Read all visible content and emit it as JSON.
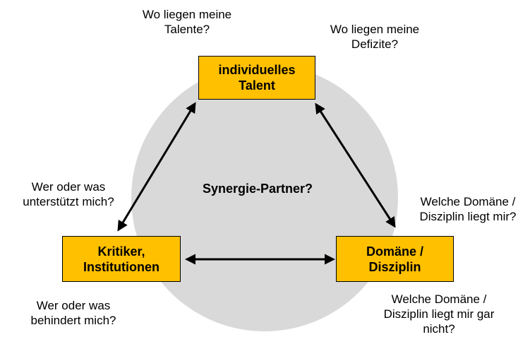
{
  "colors": {
    "box_fill": "#FFC000",
    "circle_fill": "#D9D9D9",
    "arrow": "#000000"
  },
  "nodes": {
    "talent": "individuelles\nTalent",
    "critics": "Kritiker,\nInstitutionen",
    "domain": "Domäne /\nDisziplin"
  },
  "center": "Synergie-Partner?",
  "questions": {
    "talents": "Wo liegen meine\nTalente?",
    "deficits": "Wo liegen meine\nDefizite?",
    "supports": "Wer oder was\nunterstützt mich?",
    "hinders": "Wer oder was\nbehindert mich?",
    "domain_fits": "Welche Domäne /\nDisziplin liegt mir?",
    "domain_not_fits": "Welche Domäne /\nDisziplin liegt mir gar\nnicht?"
  }
}
